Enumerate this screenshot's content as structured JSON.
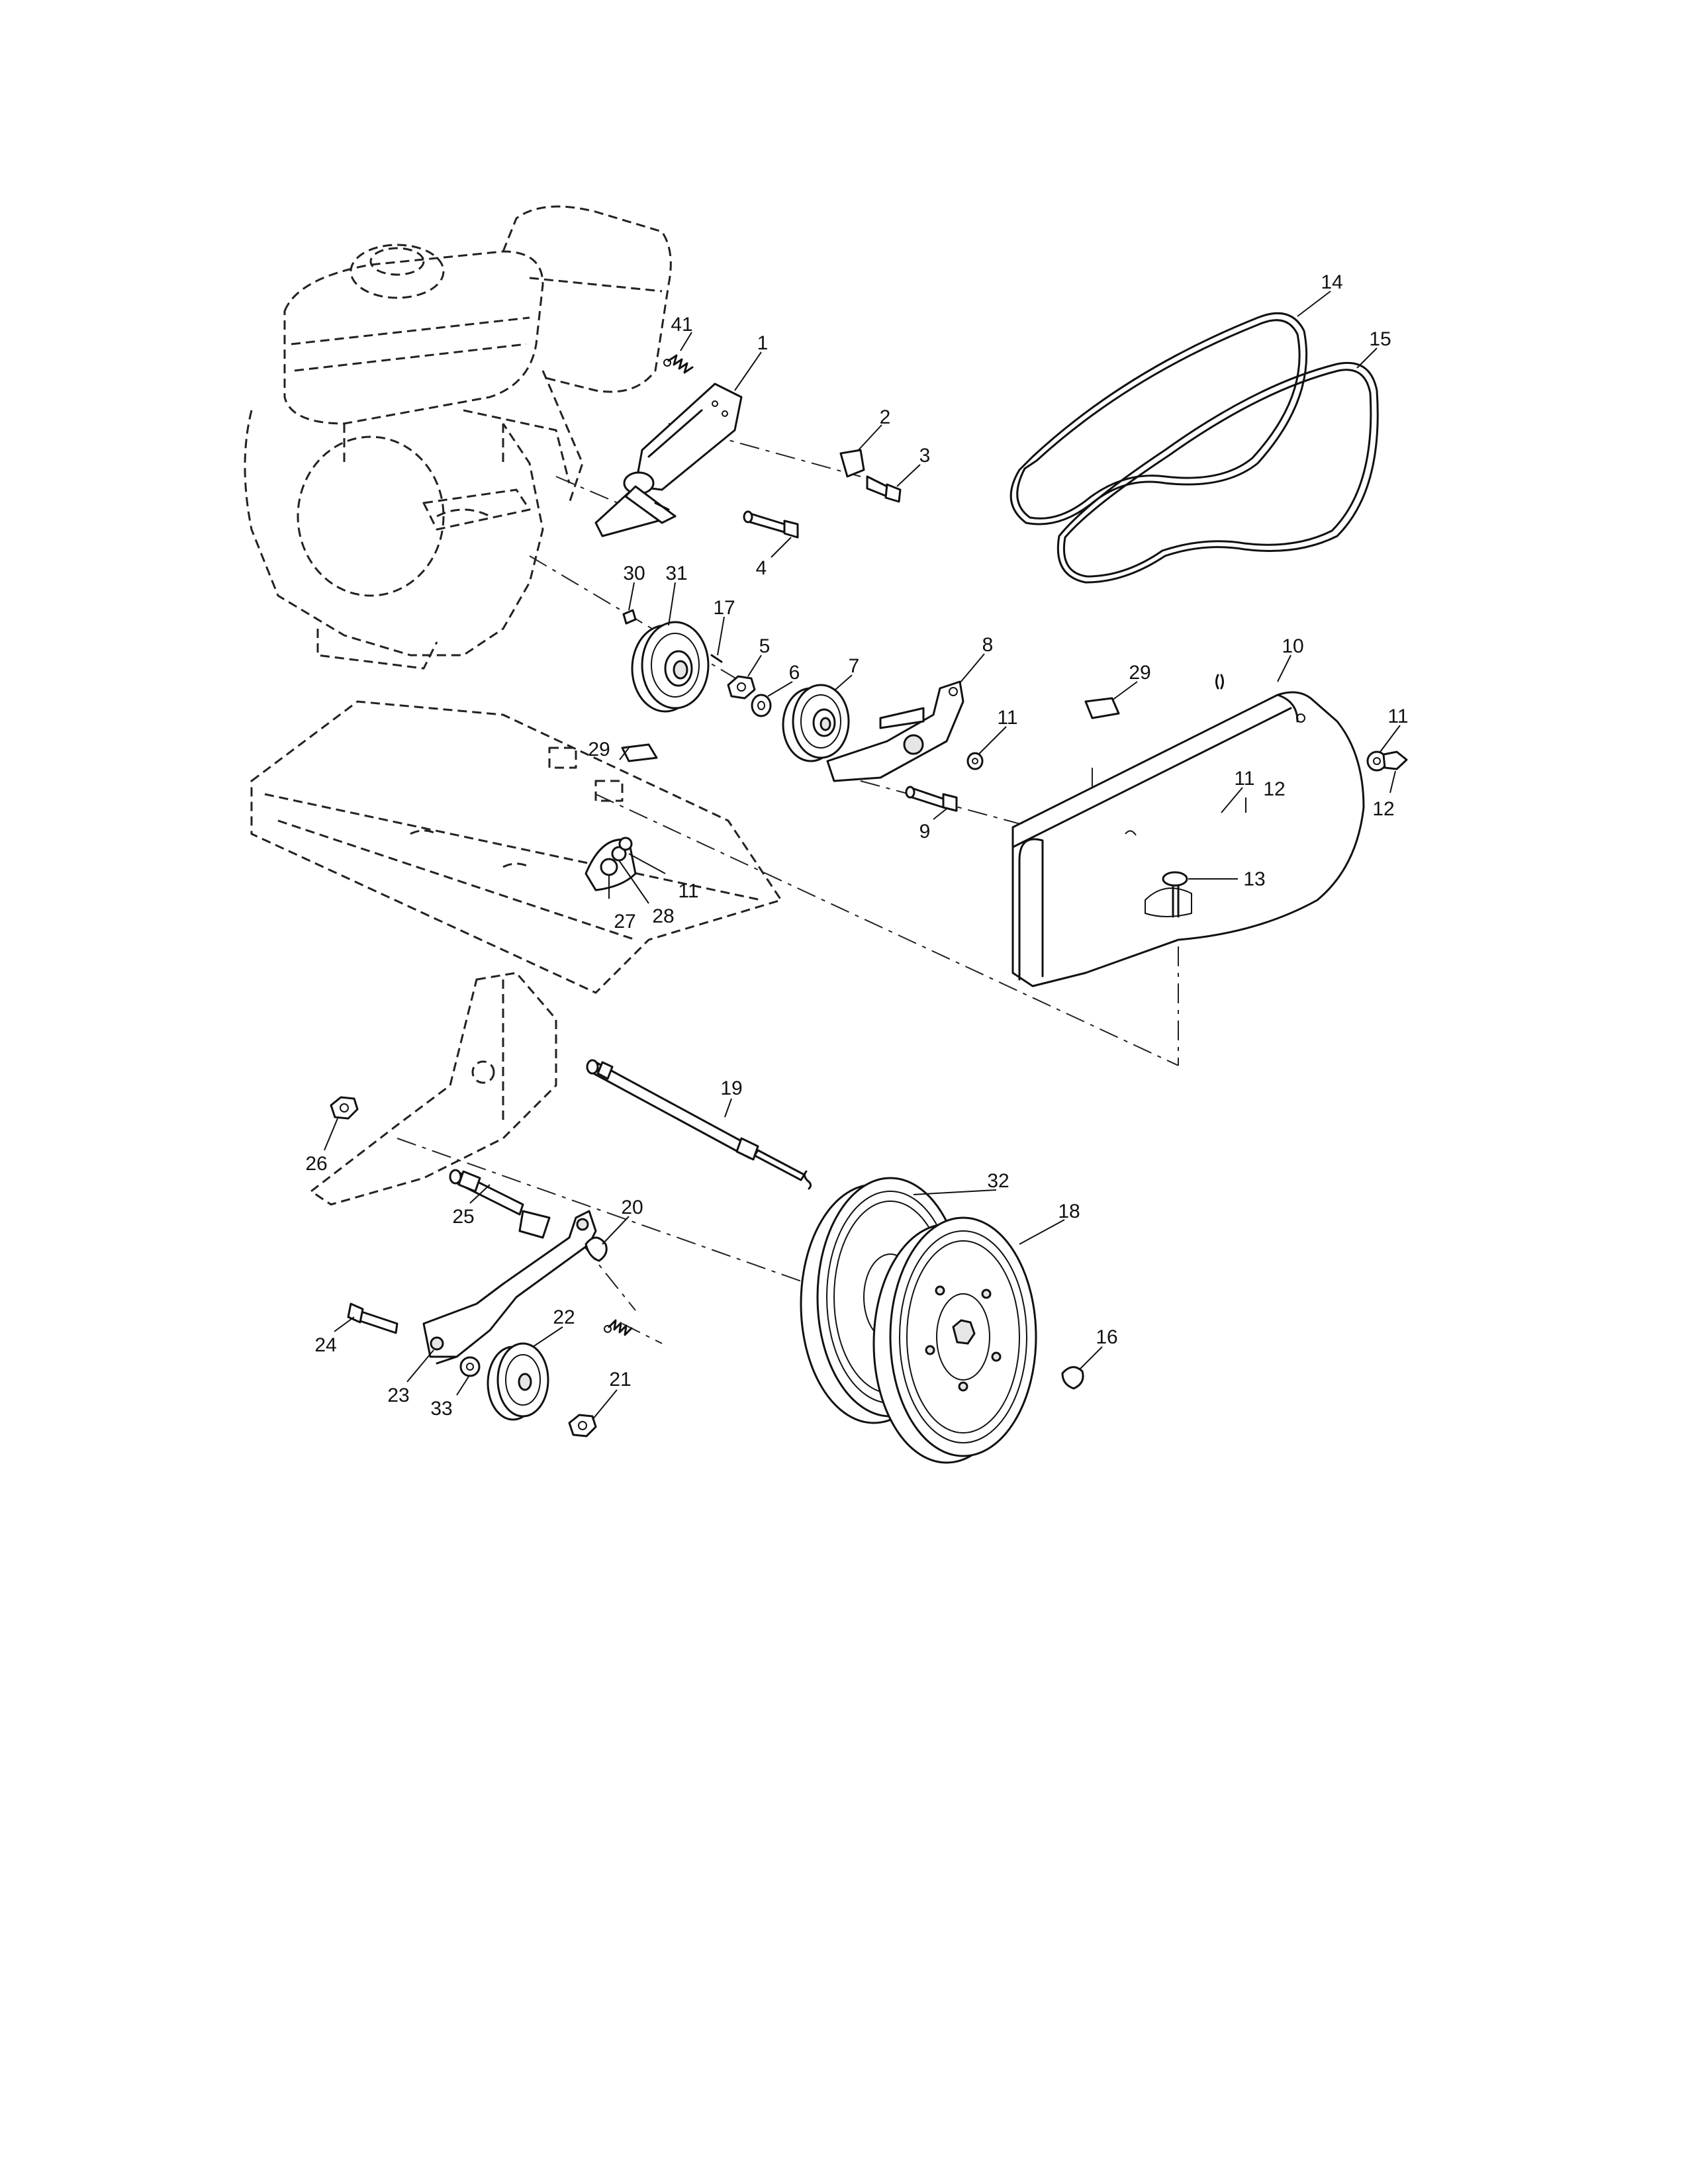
{
  "diagram": {
    "type": "exploded parts diagram",
    "callouts": [
      {
        "id": "p41",
        "label": "41"
      },
      {
        "id": "p1",
        "label": "1"
      },
      {
        "id": "p2",
        "label": "2"
      },
      {
        "id": "p3",
        "label": "3"
      },
      {
        "id": "p4",
        "label": "4"
      },
      {
        "id": "p14",
        "label": "14"
      },
      {
        "id": "p15",
        "label": "15"
      },
      {
        "id": "p30",
        "label": "30"
      },
      {
        "id": "p31",
        "label": "31"
      },
      {
        "id": "p17",
        "label": "17"
      },
      {
        "id": "p5",
        "label": "5"
      },
      {
        "id": "p6",
        "label": "6"
      },
      {
        "id": "p7",
        "label": "7"
      },
      {
        "id": "p8",
        "label": "8"
      },
      {
        "id": "p10",
        "label": "10"
      },
      {
        "id": "p29a",
        "label": "29"
      },
      {
        "id": "p29b",
        "label": "29"
      },
      {
        "id": "p11a",
        "label": "11"
      },
      {
        "id": "p11b",
        "label": "11"
      },
      {
        "id": "p11c",
        "label": "11"
      },
      {
        "id": "p11d",
        "label": "11"
      },
      {
        "id": "p12a",
        "label": "12"
      },
      {
        "id": "p12b",
        "label": "12"
      },
      {
        "id": "p9",
        "label": "9"
      },
      {
        "id": "p13",
        "label": "13"
      },
      {
        "id": "p27",
        "label": "27"
      },
      {
        "id": "p28",
        "label": "28"
      },
      {
        "id": "p19",
        "label": "19"
      },
      {
        "id": "p26",
        "label": "26"
      },
      {
        "id": "p25",
        "label": "25"
      },
      {
        "id": "p20",
        "label": "20"
      },
      {
        "id": "p32",
        "label": "32"
      },
      {
        "id": "p18",
        "label": "18"
      },
      {
        "id": "p24",
        "label": "24"
      },
      {
        "id": "p22",
        "label": "22"
      },
      {
        "id": "p23",
        "label": "23"
      },
      {
        "id": "p33",
        "label": "33"
      },
      {
        "id": "p21",
        "label": "21"
      },
      {
        "id": "p16",
        "label": "16"
      }
    ]
  }
}
